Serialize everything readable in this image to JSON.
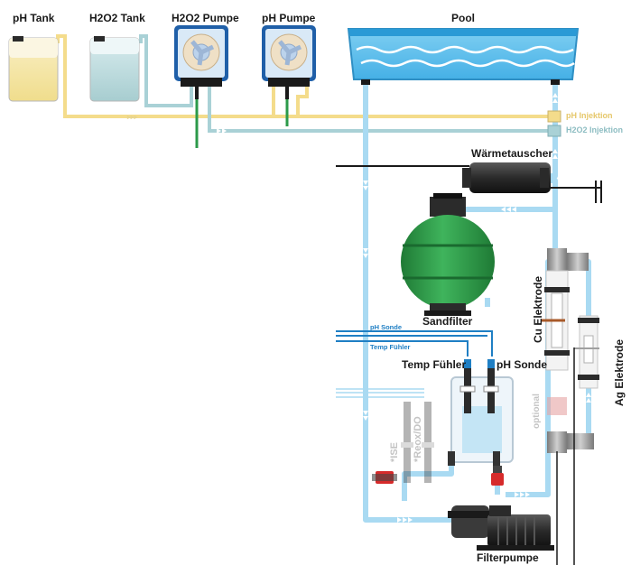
{
  "labels": {
    "ph_tank": "pH Tank",
    "h2o2_tank": "H2O2 Tank",
    "h2o2_pump": "H2O2 Pumpe",
    "ph_pump": "pH Pumpe",
    "pool": "Pool",
    "ph_injection": "pH Injektion",
    "h2o2_injection": "H2O2 Injektion",
    "heat_exchanger": "Wärmetauscher",
    "sandfilter": "Sandfilter",
    "ph_probe_line": "pH Sonde",
    "temp_sensor_line": "Temp Fühler",
    "temp_sensor": "Temp Fühler",
    "ph_probe": "pH Sonde",
    "ise": "*ISE",
    "redox": "*Reox/DO",
    "optional": "optional",
    "cu_electrode": "Cu Elektrode",
    "ag_electrode": "Ag Elektrode",
    "filter_pump": "Filterpumpe"
  },
  "colors": {
    "pipe": "#a9daf2",
    "ph_chemical": "#f4dc8b",
    "h2o2_chemical": "#a9d1d6",
    "pump_blue": "#1f5fa8",
    "filter_green": "#2f9a48",
    "probe_green": "#2c9a4a"
  }
}
